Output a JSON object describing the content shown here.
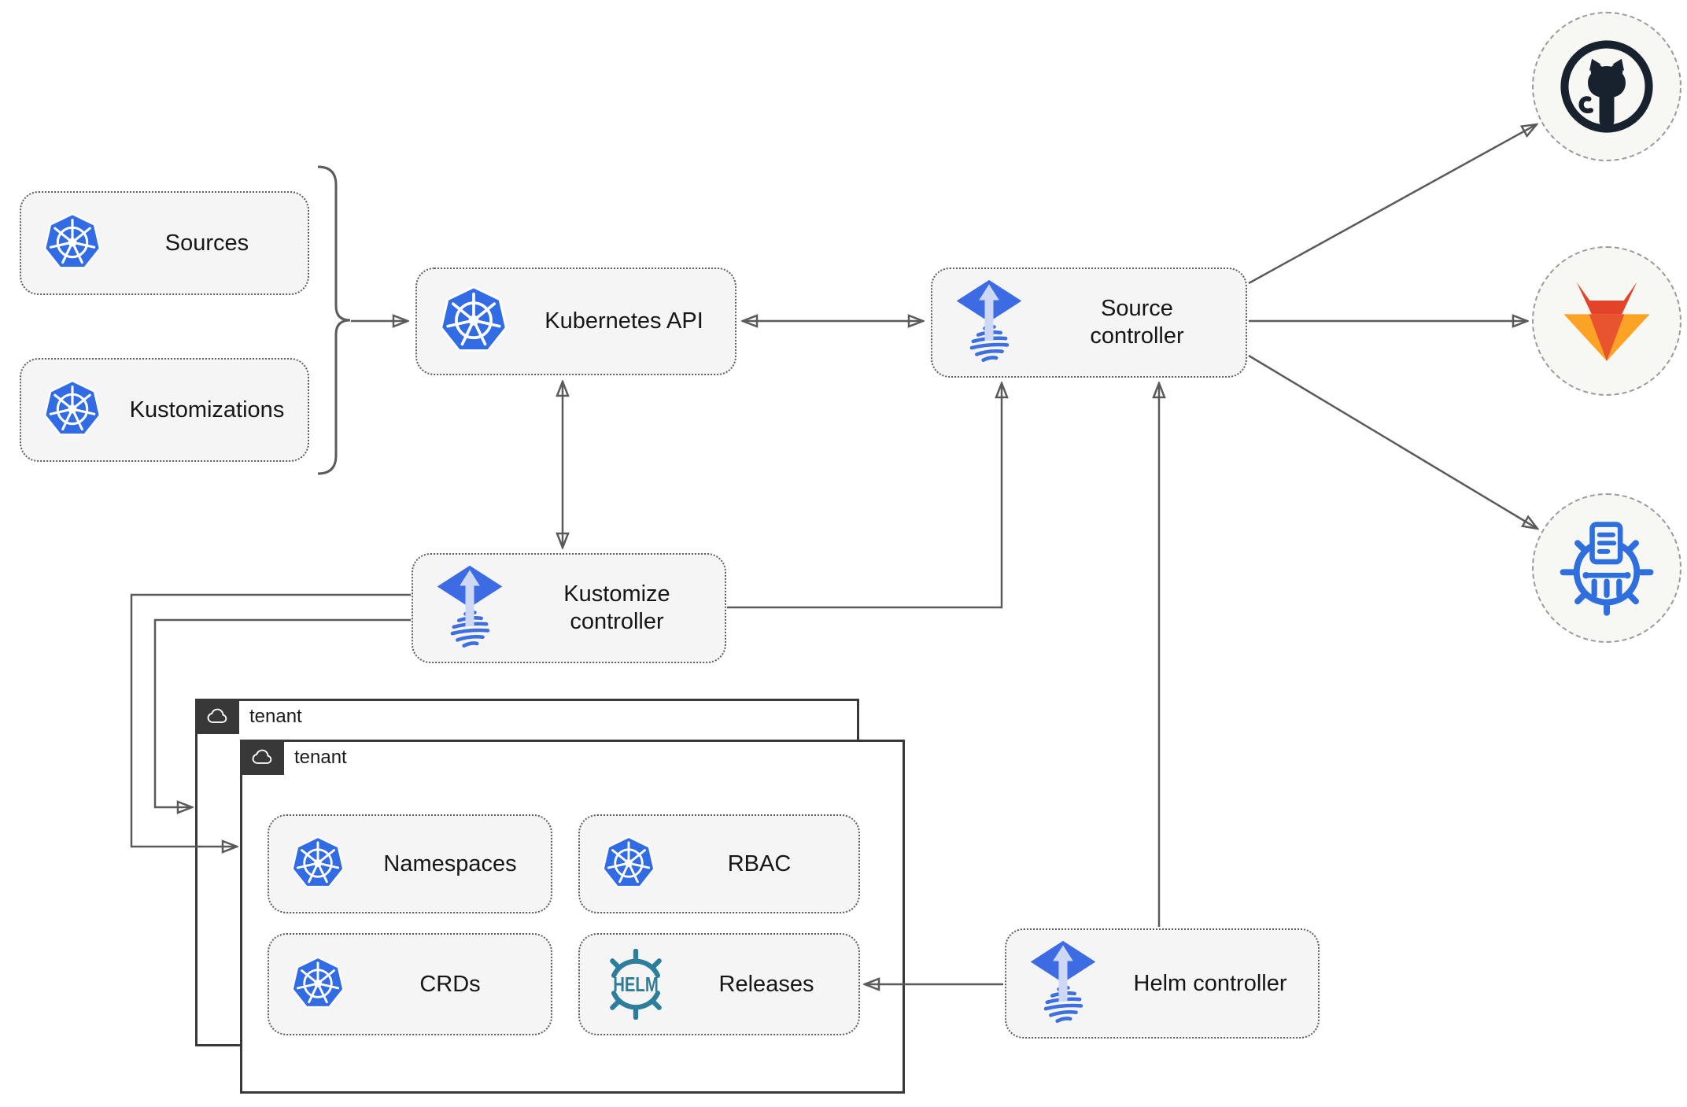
{
  "nodes": {
    "sources": {
      "label": "Sources",
      "icon": "kubernetes-logo"
    },
    "kustomizations": {
      "label": "Kustomizations",
      "icon": "kubernetes-logo"
    },
    "kubernetes_api": {
      "label": "Kubernetes API",
      "icon": "kubernetes-logo"
    },
    "source_controller": {
      "label": "Source controller",
      "icon": "flux-logo"
    },
    "kustomize_controller": {
      "label": "Kustomize controller",
      "icon": "flux-logo"
    },
    "helm_controller": {
      "label": "Helm controller",
      "icon": "flux-logo"
    },
    "tenant_outer": {
      "label": "tenant",
      "icon": "cloud-icon"
    },
    "tenant_inner": {
      "label": "tenant",
      "icon": "cloud-icon"
    },
    "namespaces": {
      "label": "Namespaces",
      "icon": "kubernetes-logo"
    },
    "rbac": {
      "label": "RBAC",
      "icon": "kubernetes-logo"
    },
    "crds": {
      "label": "CRDs",
      "icon": "kubernetes-logo"
    },
    "releases": {
      "label": "Releases",
      "icon": "helm-logo"
    }
  },
  "remotes": {
    "github": {
      "icon": "github-logo"
    },
    "gitlab": {
      "icon": "gitlab-logo"
    },
    "chartmuseum": {
      "icon": "chartmuseum-logo"
    }
  },
  "icons": {
    "helm_wordmark": "HELM"
  },
  "edges": [
    {
      "from": "sources-and-kustomizations-bracket",
      "to": "kubernetes-api",
      "type": "arrow"
    },
    {
      "from": "kubernetes-api",
      "to": "source-controller",
      "type": "double-arrow"
    },
    {
      "from": "kubernetes-api",
      "to": "kustomize-controller",
      "type": "double-arrow"
    },
    {
      "from": "kustomize-controller",
      "to": "source-controller",
      "type": "arrow"
    },
    {
      "from": "kustomize-controller",
      "to": "tenant-outer",
      "type": "arrow"
    },
    {
      "from": "kustomize-controller",
      "to": "tenant-inner",
      "type": "arrow"
    },
    {
      "from": "helm-controller",
      "to": "source-controller",
      "type": "arrow"
    },
    {
      "from": "helm-controller",
      "to": "releases",
      "type": "arrow"
    },
    {
      "from": "source-controller",
      "to": "github",
      "type": "arrow"
    },
    {
      "from": "source-controller",
      "to": "gitlab",
      "type": "arrow"
    },
    {
      "from": "source-controller",
      "to": "chartmuseum",
      "type": "arrow"
    }
  ],
  "colors": {
    "kubernetes_blue": "#326ce5",
    "flux_blue": "#3d6be3",
    "flux_arrow_light": "#cdd9f4",
    "helm_teal": "#2d7e9b",
    "github_dark": "#18222e",
    "gitlab_red": "#e24329",
    "gitlab_orange": "#e8542e",
    "gitlab_amber": "#fca326",
    "chartmuseum_blue": "#2f6fdd",
    "node_bg": "#f5f5f5",
    "node_border": "#5e5e5e",
    "connector_gray": "#5a5a5a",
    "tenant_dark": "#383838",
    "remote_bg": "#f7f7f4"
  }
}
